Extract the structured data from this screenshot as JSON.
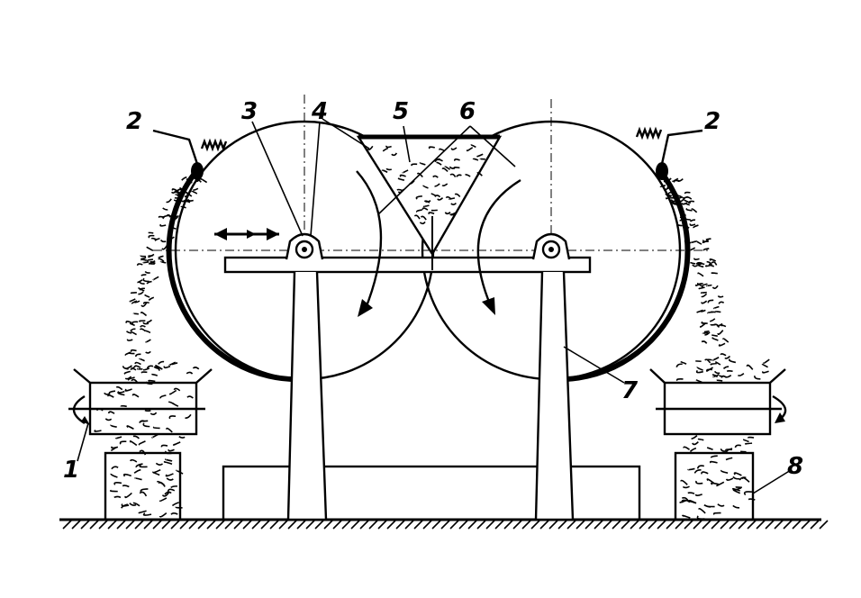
{
  "labels": {
    "l1": "1",
    "l2_left": "2",
    "l2_right": "2",
    "l3": "3",
    "l4": "4",
    "l5": "5",
    "l6": "6",
    "l7": "7",
    "l8": "8"
  },
  "colors": {
    "ink": "#000000",
    "paper": "#ffffff"
  }
}
